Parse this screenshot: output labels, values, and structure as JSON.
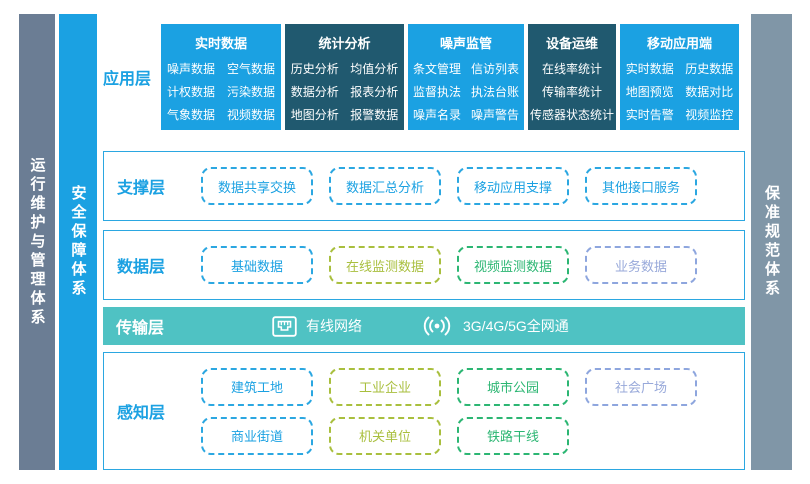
{
  "colors": {
    "accent_blue": "#1BA1E2",
    "dark_teal": "#20596F",
    "transport_teal": "#4FC2C3",
    "sidebar_gray": "#6B7D94",
    "sidebar_slate": "#8096A7",
    "olive": "#A9BF3E",
    "green": "#2CB673",
    "periwinkle": "#8EA6DE"
  },
  "sidebars": {
    "left_outer": "运行维护与管理体系",
    "left_inner": "安全保障体系",
    "right": "保准规范体系"
  },
  "application": {
    "label": "应用层",
    "columns": [
      {
        "title": "实时数据",
        "theme": "light",
        "items": [
          "噪声数据",
          "空气数据",
          "计权数据",
          "污染数据",
          "气象数据",
          "视频数据"
        ]
      },
      {
        "title": "统计分析",
        "theme": "dark",
        "items": [
          "历史分析",
          "均值分析",
          "数据分析",
          "报表分析",
          "地图分析",
          "报警数据"
        ]
      },
      {
        "title": "噪声监管",
        "theme": "light",
        "items": [
          "条文管理",
          "信访列表",
          "监督执法",
          "执法台账",
          "噪声名录",
          "噪声警告"
        ]
      },
      {
        "title": "设备运维",
        "theme": "dark",
        "items": [
          "在线率统计",
          "传输率统计",
          "传感器状态统计"
        ]
      },
      {
        "title": "移动应用端",
        "theme": "light",
        "items": [
          "实时数据",
          "历史数据",
          "地图预览",
          "数据对比",
          "实时告警",
          "视频监控"
        ]
      }
    ]
  },
  "support": {
    "label": "支撑层",
    "items": [
      "数据共享交换",
      "数据汇总分析",
      "移动应用支撑",
      "其他接口服务"
    ]
  },
  "data_layer": {
    "label": "数据层",
    "items": [
      {
        "text": "基础数据",
        "color": "blue"
      },
      {
        "text": "在线监测数据",
        "color": "olive"
      },
      {
        "text": "视频监测数据",
        "color": "green"
      },
      {
        "text": "业务数据",
        "color": "periwinkle"
      }
    ]
  },
  "transport": {
    "label": "传输层",
    "wired_label": "有线网络",
    "wireless_label": "3G/4G/5G全网通",
    "wired_icon": "ethernet-port-icon",
    "wireless_icon": "signal-waves-icon"
  },
  "perception": {
    "label": "感知层",
    "rows": [
      [
        {
          "text": "建筑工地",
          "color": "blue"
        },
        {
          "text": "工业企业",
          "color": "olive"
        },
        {
          "text": "城市公园",
          "color": "green"
        },
        {
          "text": "社会广场",
          "color": "periwinkle"
        }
      ],
      [
        {
          "text": "商业街道",
          "color": "blue"
        },
        {
          "text": "机关单位",
          "color": "olive"
        },
        {
          "text": "铁路干线",
          "color": "green"
        }
      ]
    ]
  }
}
